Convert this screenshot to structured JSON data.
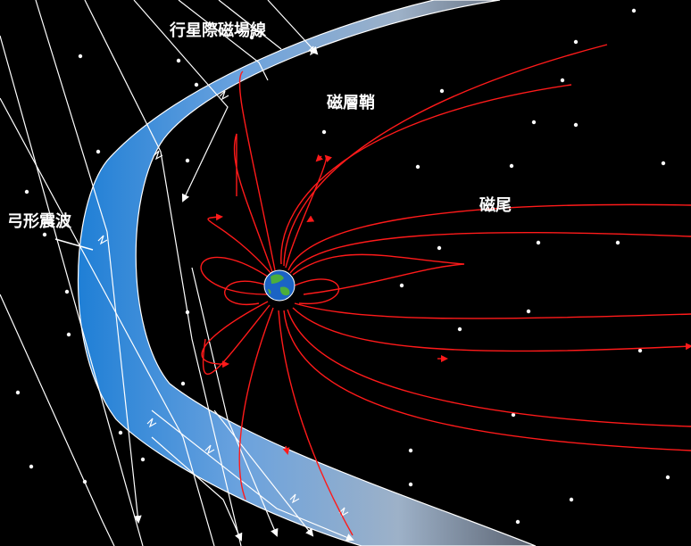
{
  "labels": {
    "imf": "行星際磁場線",
    "magnetosheath": "磁層鞘",
    "magnetotail": "磁尾",
    "bow_shock": "弓形震波"
  },
  "colors": {
    "background": "#000000",
    "field_line": "#ff1a1a",
    "solar_wind_line": "#ffffff",
    "shock_band_light": "#bcd3ef",
    "shock_band_deep": "#1f7fd6",
    "shock_band_tail": "#5a6270",
    "earth_ocean": "#1b63c4",
    "earth_land": "#4cae3c"
  },
  "icons": {
    "earth": "earth-globe-icon"
  }
}
